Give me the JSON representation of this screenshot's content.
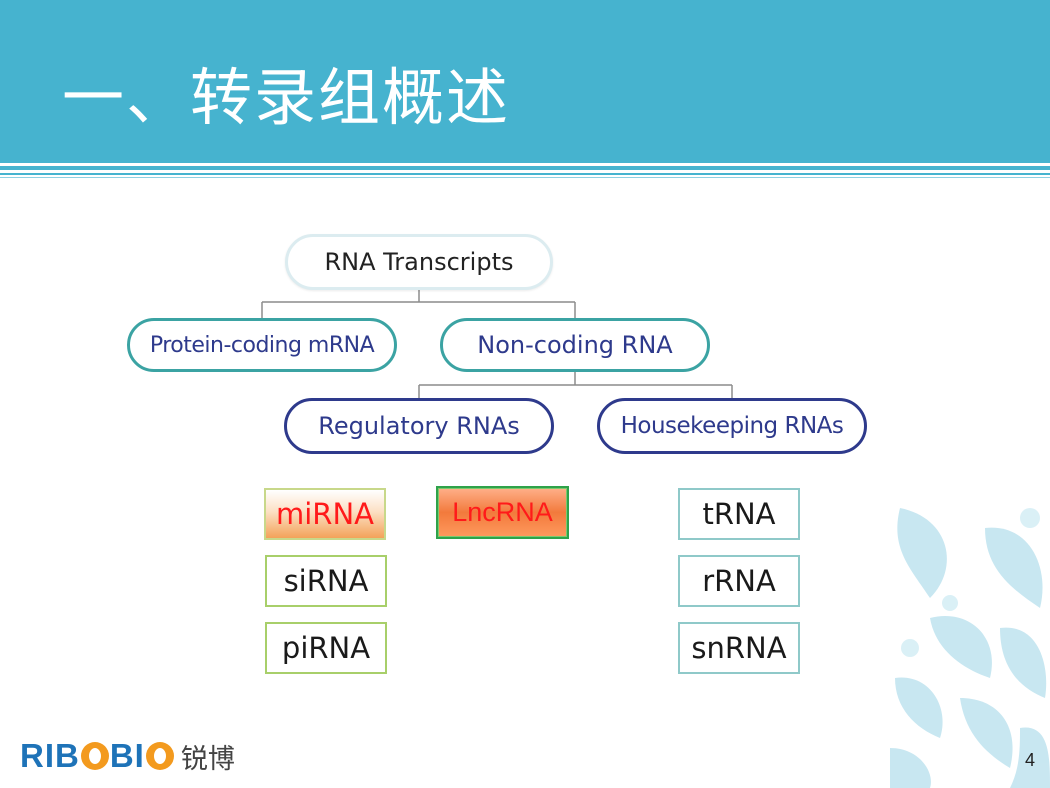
{
  "header": {
    "title": "一、转录组概述",
    "color": "#46b3cf"
  },
  "diagram": {
    "root": "RNA Transcripts",
    "level1": {
      "protein_coding": "Protein-coding mRNA",
      "non_coding": "Non-coding RNA"
    },
    "level2": {
      "regulatory": "Regulatory RNAs",
      "housekeeping": "Housekeeping RNAs"
    },
    "regulatory_items": [
      "miRNA",
      "siRNA",
      "piRNA"
    ],
    "lnc_item": "LncRNA",
    "housekeeping_items": [
      "tRNA",
      "rRNA",
      "snRNA"
    ]
  },
  "colors": {
    "teal_border": "#3ba3a3",
    "navy_border": "#2e3a8c",
    "highlight_text": "#ff1a1a",
    "highlight_fill": "#f39a4e"
  },
  "footer": {
    "logo": {
      "part1": "RIB",
      "part2": "BI",
      "cn": "锐博",
      "o_color": "#f39a1e"
    },
    "page_number": "4"
  }
}
